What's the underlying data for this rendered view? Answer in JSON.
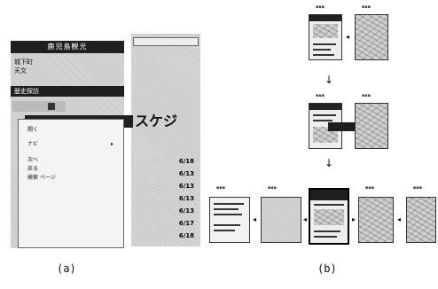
{
  "panel_a": {
    "caption": "(a)",
    "window_title": "鹿児島観光",
    "sub_title": "歴史探訪",
    "field_line1": "城下町",
    "field_line2": "天文",
    "banner_text": "スケジ",
    "menu_items": [
      "開く",
      "ナビ",
      "次へ",
      "戻る",
      "検索 ページ"
    ],
    "dates": [
      "6/18",
      "6/13",
      "6/13",
      "6/13",
      "6/13",
      "6/17",
      "6/18"
    ]
  },
  "panel_b": {
    "caption": "(b)",
    "down_arrow": "↓",
    "left_arrow": "◂"
  }
}
